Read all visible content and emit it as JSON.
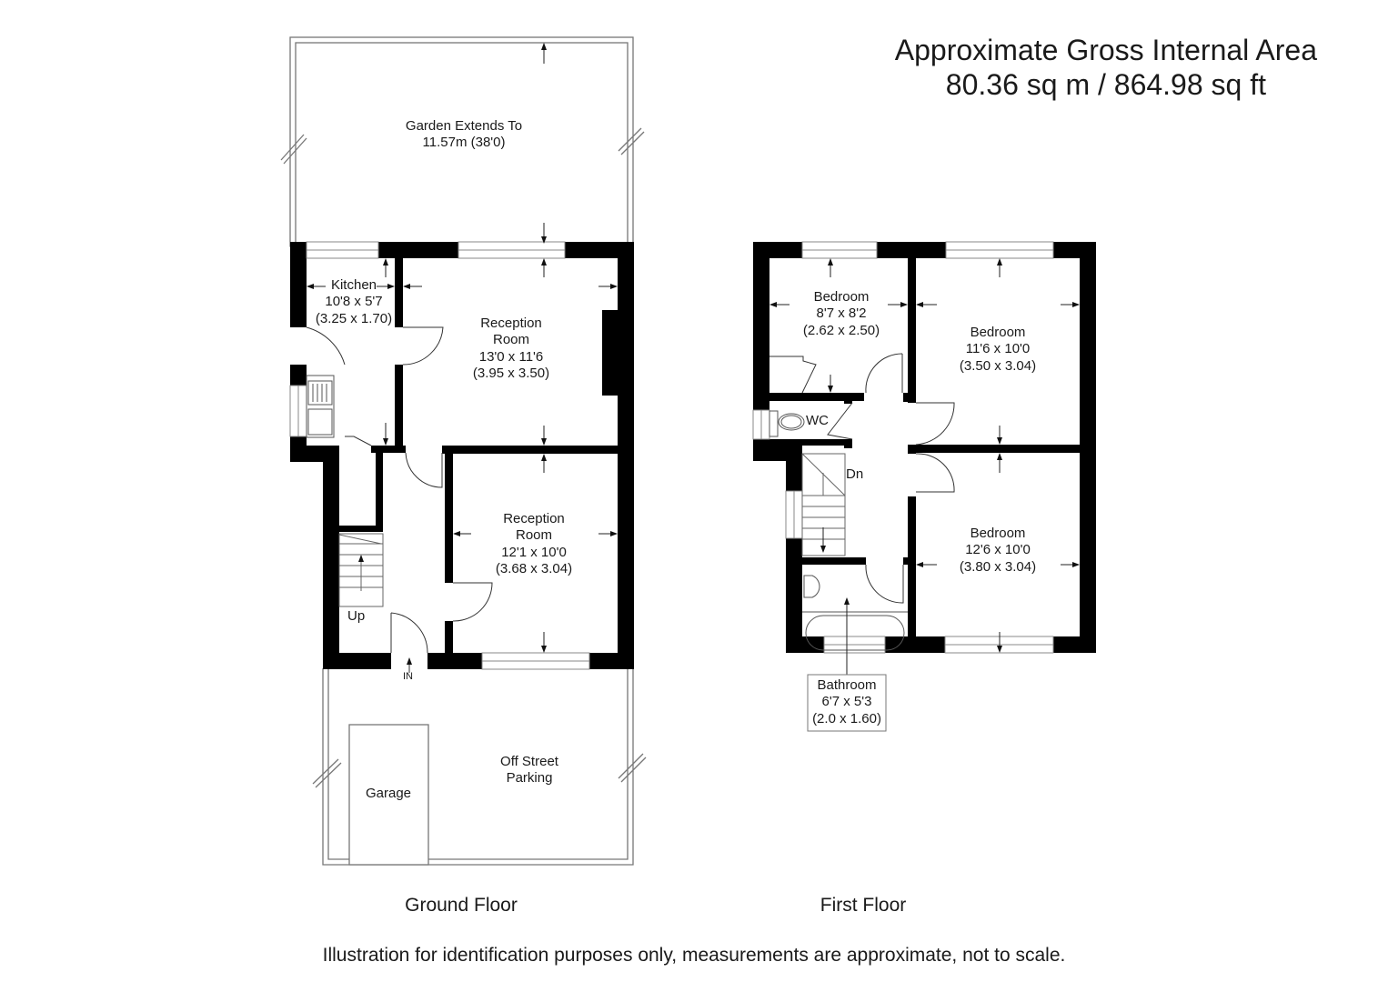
{
  "header": {
    "title_line1": "Approximate Gross Internal Area",
    "title_line2": "80.36 sq m / 864.98 sq ft"
  },
  "ground_floor": {
    "label": "Ground Floor",
    "garden": {
      "name": "Garden Extends To",
      "size": "11.57m (38'0)"
    },
    "kitchen": {
      "name": "Kitchen",
      "imperial": "10'8 x 5'7",
      "metric": "(3.25 x 1.70)"
    },
    "reception_room_1": {
      "name_line1": "Reception",
      "name_line2": "Room",
      "imperial": "13'0 x 11'6",
      "metric": "(3.95 x 3.50)"
    },
    "reception_room_2": {
      "name_line1": "Reception",
      "name_line2": "Room",
      "imperial": "12'1 x 10'0",
      "metric": "(3.68 x 3.04)"
    },
    "stairs_label": "Up",
    "entrance_label": "IN",
    "garage": {
      "name": "Garage"
    },
    "parking": {
      "name_line1": "Off Street",
      "name_line2": "Parking"
    }
  },
  "first_floor": {
    "label": "First Floor",
    "bedroom_1": {
      "name": "Bedroom",
      "imperial": "8'7 x 8'2",
      "metric": "(2.62 x 2.50)"
    },
    "bedroom_2": {
      "name": "Bedroom",
      "imperial": "11'6 x 10'0",
      "metric": "(3.50 x 3.04)"
    },
    "bedroom_3": {
      "name": "Bedroom",
      "imperial": "12'6 x 10'0",
      "metric": "(3.80 x 3.04)"
    },
    "wc": {
      "name": "WC"
    },
    "stairs_label": "Dn",
    "bathroom": {
      "name": "Bathroom",
      "imperial": "6'7 x 5'3",
      "metric": "(2.0 x 1.60)"
    }
  },
  "footer": {
    "disclaimer": "Illustration for identification purposes only, measurements are approximate, not to scale."
  }
}
